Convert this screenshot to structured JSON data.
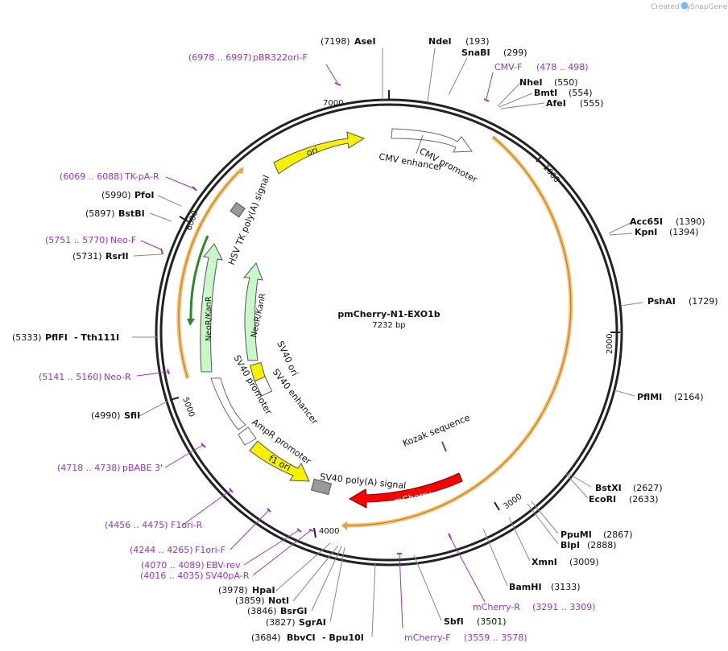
{
  "header": {
    "created_by": "Created by",
    "brand": "SnapGene"
  },
  "plasmid": {
    "name": "pmCherry-N1-EXO1b",
    "size": "7232 bp"
  },
  "ticks": [
    "1000",
    "2000",
    "3000",
    "4000",
    "5000",
    "6000",
    "7000"
  ],
  "enzymes": [
    {
      "name": "AseI",
      "pos": "(7198)"
    },
    {
      "name": "NdeI",
      "pos": "(193)"
    },
    {
      "name": "SnaBI",
      "pos": "(299)"
    },
    {
      "name": "NheI",
      "pos": "(550)"
    },
    {
      "name": "BmtI",
      "pos": "(554)"
    },
    {
      "name": "AfeI",
      "pos": "(555)"
    },
    {
      "name": "Acc65I",
      "pos": "(1390)"
    },
    {
      "name": "KpnI",
      "pos": "(1394)"
    },
    {
      "name": "PshAI",
      "pos": "(1729)"
    },
    {
      "name": "PflMI",
      "pos": "(2164)"
    },
    {
      "name": "BstXI",
      "pos": "(2627)"
    },
    {
      "name": "EcoRI",
      "pos": "(2633)"
    },
    {
      "name": "PpuMI",
      "pos": "(2867)"
    },
    {
      "name": "BlpI",
      "pos": "(2888)"
    },
    {
      "name": "XmnI",
      "pos": "(3009)"
    },
    {
      "name": "BamHI",
      "pos": "(3133)"
    },
    {
      "name": "SbfI",
      "pos": "(3501)"
    },
    {
      "name": "BbvCI",
      "pos": "(3684)",
      "extra": "- Bpu10I"
    },
    {
      "name": "SgrAI",
      "pos": "(3827)"
    },
    {
      "name": "BsrGI",
      "pos": "(3846)"
    },
    {
      "name": "NotI",
      "pos": "(3859)"
    },
    {
      "name": "HpaI",
      "pos": "(3978)"
    },
    {
      "name": "SfiI",
      "pos": "(4990)"
    },
    {
      "name": "PflFI",
      "pos": "(5333)",
      "extra": "- Tth111I"
    },
    {
      "name": "RsrII",
      "pos": "(5731)"
    },
    {
      "name": "BstBI",
      "pos": "(5897)"
    },
    {
      "name": "PfoI",
      "pos": "(5990)"
    }
  ],
  "primers": [
    {
      "name": "pBR322ori-F",
      "range": "(6978 .. 6997)"
    },
    {
      "name": "CMV-F",
      "range": "(478 .. 498)"
    },
    {
      "name": "TK-pA-R",
      "range": "(6069 .. 6088)"
    },
    {
      "name": "Neo-F",
      "range": "(5751 .. 5770)"
    },
    {
      "name": "Neo-R",
      "range": "(5141 .. 5160)"
    },
    {
      "name": "pBABE 3'",
      "range": "(4718 .. 4738)"
    },
    {
      "name": "F1ori-R",
      "range": "(4456 .. 4475)"
    },
    {
      "name": "F1ori-F",
      "range": "(4244 .. 4265)"
    },
    {
      "name": "EBV-rev",
      "range": "(4070 .. 4089)"
    },
    {
      "name": "SV40pA-R",
      "range": "(4016 .. 4035)"
    },
    {
      "name": "mCherry-R",
      "range": "(3291 .. 3309)"
    },
    {
      "name": "mCherry-F",
      "range": "(3559 .. 3578)"
    }
  ],
  "features": {
    "ori": "ori",
    "cmv_enhancer": "CMV enhancer",
    "cmv_promoter": "CMV promoter",
    "hsv_tk": "HSV TK poly(A) signal",
    "neor_outer": "NeoR/KanR",
    "neor_inner": "NeoR/KanR",
    "sv40_ori": "SV40 ori",
    "sv40_enhancer": "SV40 enhancer",
    "sv40_promoter": "SV40 promoter",
    "ampr_promoter": "AmpR promoter",
    "f1_ori": "f1 ori",
    "sv40_polya": "SV40 poly(A) signal",
    "mcherry": "mCherry",
    "kozak": "Kozak sequence"
  },
  "colors": {
    "backbone": "#222222",
    "primer": "#9b33c8",
    "ori": "#f5f000",
    "neo": "#c8f7c8",
    "mcherry": "#ff0000",
    "orange": "#e8a33d"
  }
}
